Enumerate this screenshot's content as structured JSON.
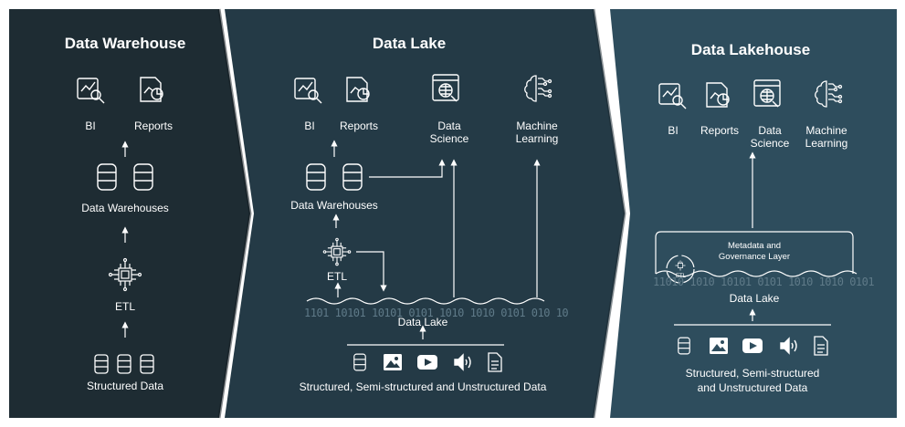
{
  "warehouse": {
    "title": "Data Warehouse",
    "bi": "BI",
    "reports": "Reports",
    "data_warehouses": "Data Warehouses",
    "etl": "ETL",
    "structured_data": "Structured Data"
  },
  "lake": {
    "title": "Data Lake",
    "bi": "BI",
    "reports": "Reports",
    "data_science": "Data\nScience",
    "machine_learning": "Machine\nLearning",
    "data_warehouses": "Data Warehouses",
    "etl": "ETL",
    "data_lake": "Data Lake",
    "sources": "Structured, Semi-structured and Unstructured Data",
    "binary_stream": "1101 10101 10101 0101 1010 1010 0101 010 10"
  },
  "lakehouse": {
    "title": "Data Lakehouse",
    "bi": "BI",
    "reports": "Reports",
    "data_science": "Data\nScience",
    "machine_learning": "Machine\nLearning",
    "metadata_layer": "Metadata and\nGovernance Layer",
    "etl_badge": "ETL",
    "data_lake": "Data Lake",
    "sources": "Structured, Semi-structured\nand Unstructured Data",
    "binary_stream": "11010 1010 10101 0101 1010 1010 0101"
  },
  "colors": {
    "panel_warehouse": "#1e2c33",
    "panel_lake": "#243a46",
    "panel_lakehouse": "#2e4d5d",
    "foreground": "#ffffff"
  }
}
